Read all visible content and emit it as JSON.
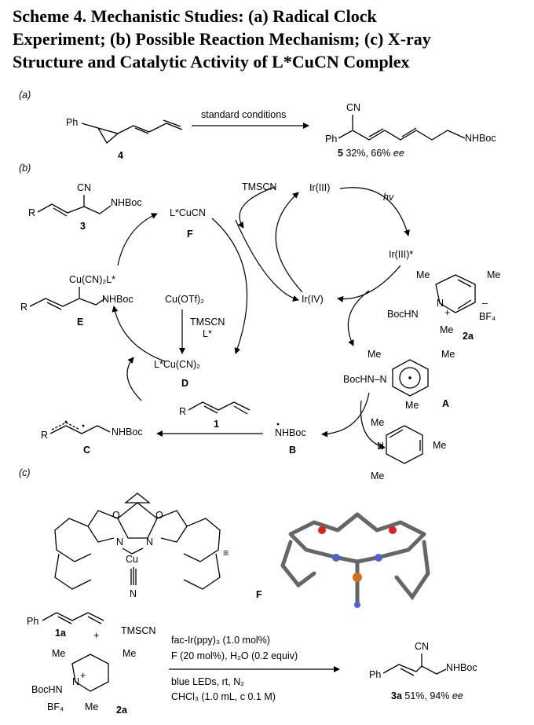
{
  "title": {
    "line1": "Scheme 4. Mechanistic Studies: (a) Radical Clock",
    "line2": "Experiment; (b) Possible Reaction Mechanism; (c) X-ray",
    "line3": "Structure and Catalytic Activity of L*CuCN Complex"
  },
  "panel_a": {
    "label": "(a)",
    "reactant_ph": "Ph",
    "reactant_id": "4",
    "arrow_text": "standard conditions",
    "product_cn": "CN",
    "product_ph": "Ph",
    "product_nhboc": "NHBoc",
    "product_id": "5",
    "product_yield": "32%, 66%",
    "product_ee": "ee"
  },
  "panel_b": {
    "label": "(b)",
    "c3_cn": "CN",
    "c3_r": "R",
    "c3_nhboc": "NHBoc",
    "c3_id": "3",
    "cF_name": "L*CuCN",
    "cF_id": "F",
    "tmscn_top": "TMSCN",
    "ir3": "Ir(III)",
    "hv": "hv",
    "ir3star": "Ir(III)*",
    "ir4": "Ir(IV)",
    "cE_cu": "Cu(CN)₂L*",
    "cE_r": "R",
    "cE_nhboc": "NHBoc",
    "cE_id": "E",
    "cuotf": "Cu(OTf)₂",
    "tmscn_mid": "TMSCN",
    "lstar": "L*",
    "cD_name": "L*Cu(CN)₂",
    "cD_id": "D",
    "p2a_me1": "Me",
    "p2a_me2": "Me",
    "p2a_me3": "Me",
    "p2a_n": "N",
    "p2a_plus": "+",
    "p2a_boc": "BocHN",
    "p2a_minus": "–",
    "p2a_bf4": "BF₄",
    "p2a_id": "2a",
    "cA_me1": "Me",
    "cA_me2": "Me",
    "cA_me3": "Me",
    "cA_boc": "BocHN–N",
    "cA_id": "A",
    "c1_r": "R",
    "c1_id": "1",
    "cC_r": "R",
    "cC_nhboc": "NHBoc",
    "cC_id": "C",
    "cB_name": "NHBoc",
    "cB_id": "B",
    "col_me1": "Me",
    "col_me2": "Me",
    "col_me3": "Me",
    "col_n": "N"
  },
  "panel_c": {
    "label": "(c)",
    "lig_n1": "N",
    "lig_n2": "N",
    "lig_o1": "O",
    "lig_o2": "O",
    "lig_cu": "Cu",
    "lig_n3": "N",
    "equiv": "≡",
    "xray_id": "F",
    "r1_ph": "Ph",
    "r1_id": "1a",
    "plus": "+",
    "tmscn": "TMSCN",
    "r2_me1": "Me",
    "r2_me2": "Me",
    "r2_me3": "Me",
    "r2_n": "N",
    "r2_plus": "+",
    "r2_boc": "BocHN",
    "r2_bf4": "BF₄",
    "r2_id": "2a",
    "cond1": "fac-Ir(ppy)₃ (1.0 mol%)",
    "cond2": "F (20 mol%), H₂O (0.2 equiv)",
    "cond3": "blue LEDs, rt, N₂",
    "cond4": "CHCl₃ (1.0 mL, c 0.1 M)",
    "p_cn": "CN",
    "p_ph": "Ph",
    "p_nhboc": "NHBoc",
    "p_id": "3a",
    "p_yield": "51%, 94%",
    "p_ee": "ee"
  },
  "colors": {
    "text": "#000000",
    "oxygen": "#e02020",
    "nitrogen": "#5060d0",
    "copper": "#d07020",
    "carbon": "#555555"
  }
}
